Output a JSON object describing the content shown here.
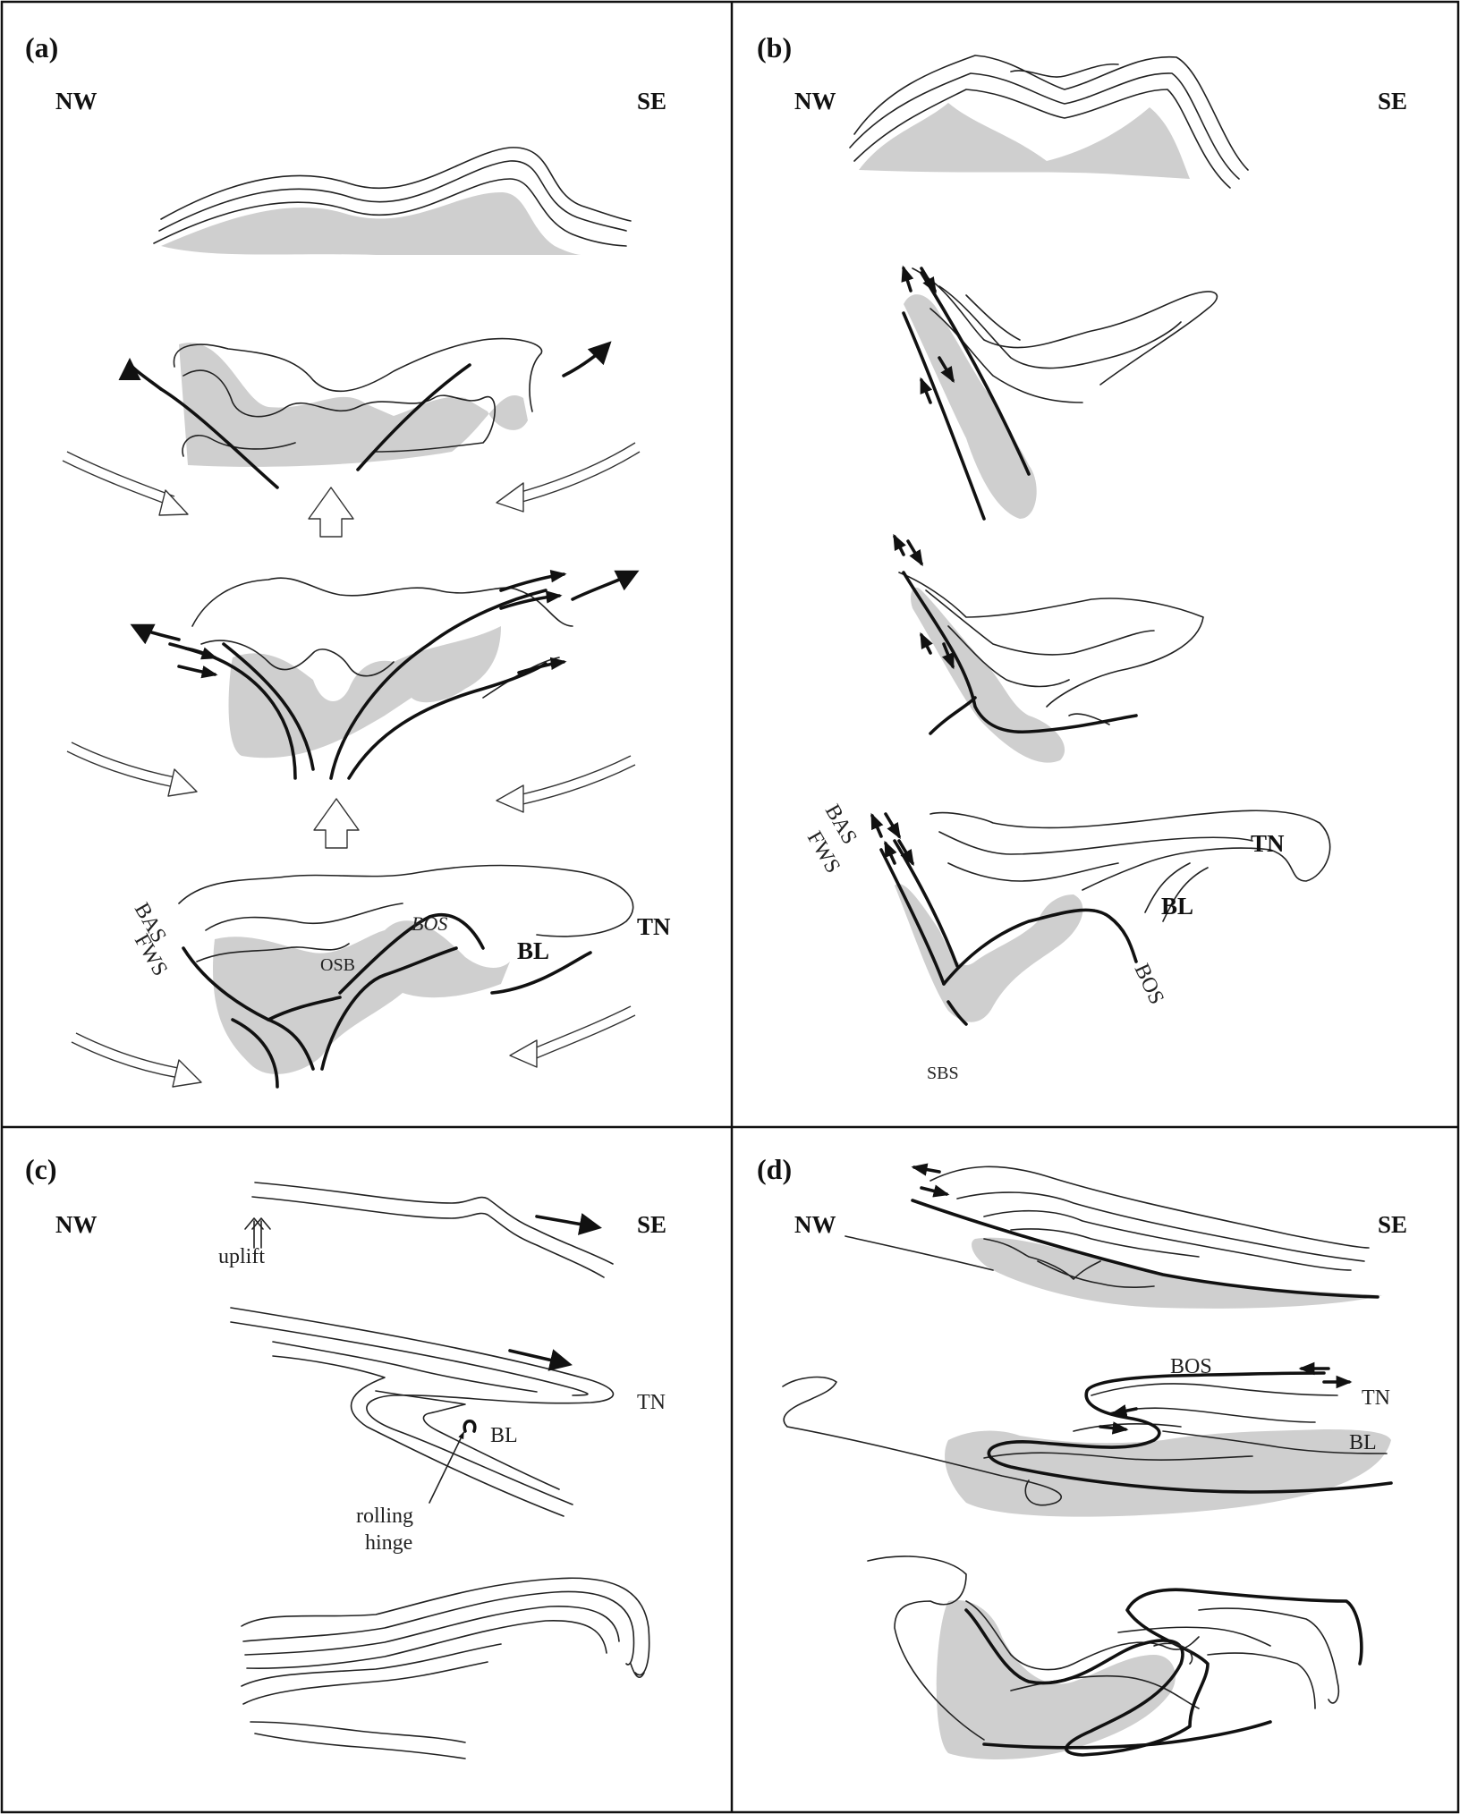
{
  "panels": [
    {
      "label": "(a)",
      "nw": "NW",
      "se": "SE",
      "annotations": {
        "bas": "BAS",
        "fws": "FWS",
        "bos": "BOS",
        "osb": "OSB",
        "tn": "TN",
        "bl": "BL"
      }
    },
    {
      "label": "(b)",
      "nw": "NW",
      "se": "SE",
      "annotations": {
        "bas": "BAS",
        "fws": "FWS",
        "tn": "TN",
        "bl": "BL",
        "bos": "BOS",
        "sbs": "SBS"
      }
    },
    {
      "label": "(c)",
      "nw": "NW",
      "se": "SE",
      "annotations": {
        "uplift": "uplift",
        "tn": "TN",
        "bl": "BL",
        "rolling": "rolling",
        "hinge": "hinge"
      }
    },
    {
      "label": "(d)",
      "nw": "NW",
      "se": "SE",
      "annotations": {
        "bos": "BOS",
        "tn": "TN",
        "bl": "BL"
      }
    }
  ],
  "colors": {
    "shade": "#cfcfcf",
    "line": "#222222",
    "frame": "#111111"
  }
}
